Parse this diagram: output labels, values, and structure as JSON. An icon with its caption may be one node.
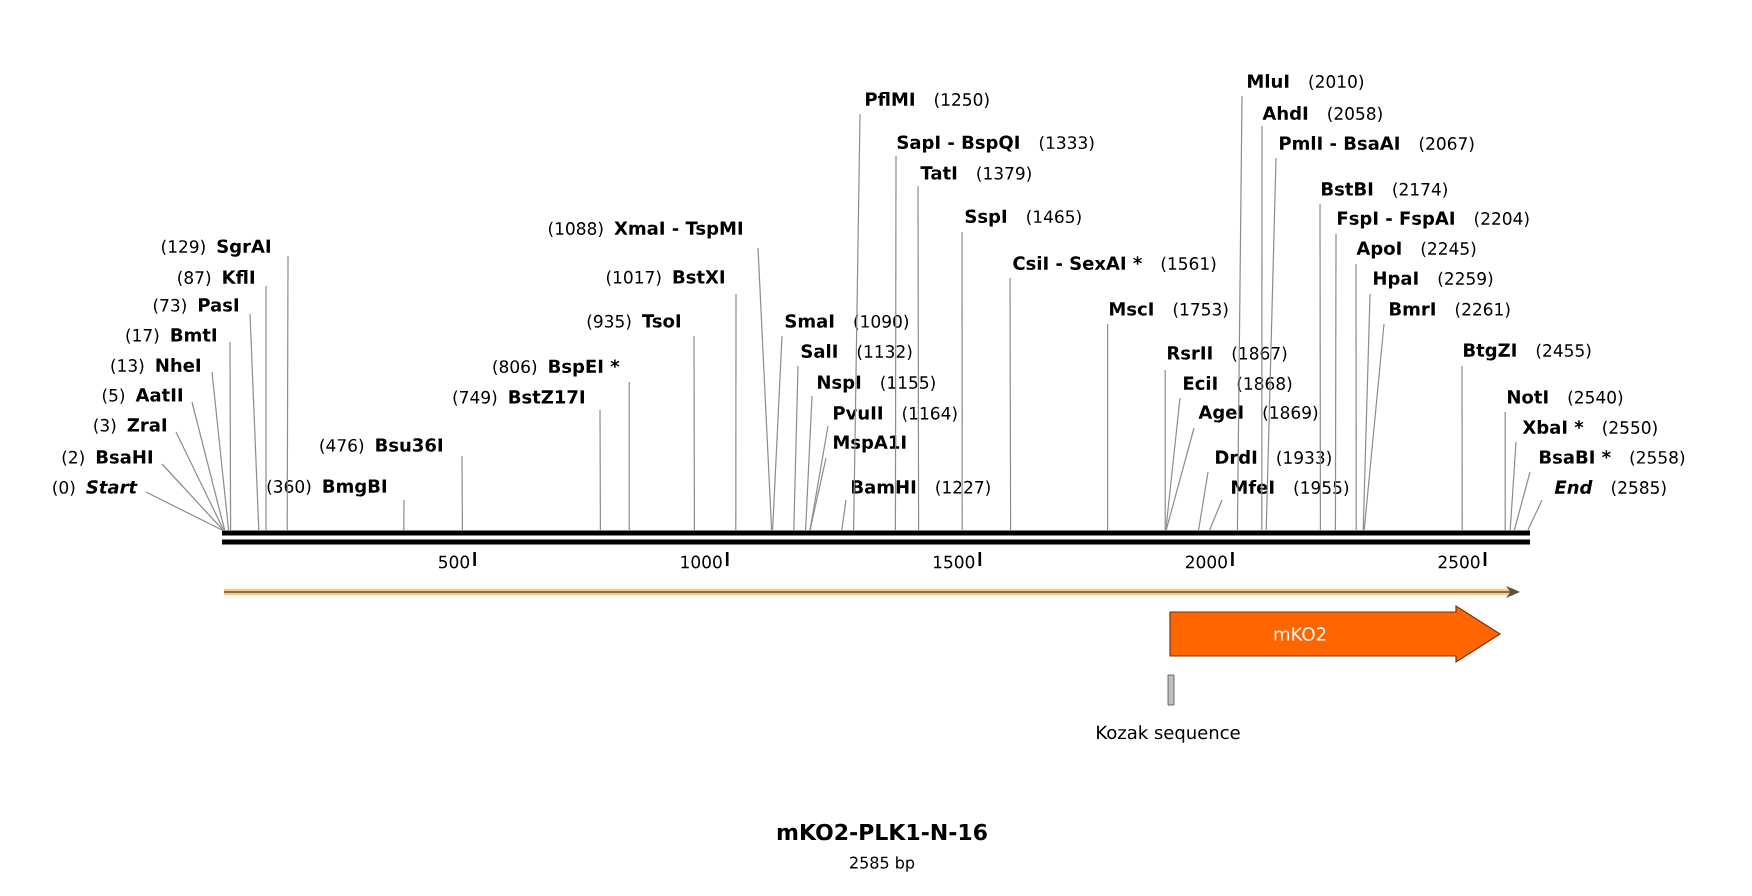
{
  "diagram": {
    "title": "mKO2-PLK1-N-16",
    "caption": "2585 bp",
    "nodes": [
      {
        "text": [
          "(0)",
          "*Start*"
        ]
      },
      {
        "text": [
          "(2)",
          "BsaHI"
        ]
      },
      {
        "text": [
          "(3)",
          "ZraI"
        ]
      },
      {
        "text": [
          "(5)",
          "AatII"
        ]
      },
      {
        "text": [
          "(13)",
          "NheI"
        ]
      },
      {
        "text": [
          "(17)",
          "BmtI"
        ]
      },
      {
        "text": [
          "(73)",
          "PasI"
        ]
      },
      {
        "text": [
          "(87)",
          "KflI"
        ]
      },
      {
        "text": [
          "(129)",
          "SgrAI"
        ]
      },
      {
        "text": [
          "(360)",
          "BmgBI"
        ]
      },
      {
        "text": [
          "(476)",
          "Bsu36I"
        ]
      },
      {
        "text": [
          "(749)",
          "BstZ17I"
        ]
      },
      {
        "text": [
          "(806)",
          "BspEI *"
        ]
      },
      {
        "text": [
          "(935)",
          "TsoI"
        ]
      },
      {
        "text": [
          "(1017)",
          "BstXI"
        ]
      },
      {
        "text": [
          "(1088)",
          "XmaI - TspMI"
        ]
      },
      {
        "text": [
          "SmaI",
          "(1090)"
        ]
      },
      {
        "text": [
          "SalI",
          "(1132)"
        ]
      },
      {
        "text": [
          "NspI",
          "(1155)"
        ]
      },
      {
        "text": [
          "PvuII",
          "(1164)"
        ]
      },
      {
        "text": [
          "MspA1I"
        ]
      },
      {
        "text": [
          "BamHI",
          "(1227)"
        ]
      },
      {
        "text": [
          "PflMI",
          "(1250)"
        ]
      },
      {
        "text": [
          "SapI - BspQI",
          "(1333)"
        ]
      },
      {
        "text": [
          "TatI",
          "(1379)"
        ]
      },
      {
        "text": [
          "SspI",
          "(1465)"
        ]
      },
      {
        "text": [
          "CsiI - SexAI *",
          "(1561)"
        ]
      },
      {
        "text": [
          "MscI",
          "(1753)"
        ]
      },
      {
        "text": [
          "RsrII",
          "(1867)"
        ]
      },
      {
        "text": [
          "EciI",
          "(1868)"
        ]
      },
      {
        "text": [
          "AgeI",
          "(1869)"
        ]
      },
      {
        "text": [
          "DrdI",
          "(1933)"
        ]
      },
      {
        "text": [
          "MfeI",
          "(1955)"
        ]
      },
      {
        "text": [
          "MluI",
          "(2010)"
        ]
      },
      {
        "text": [
          "AhdI",
          "(2058)"
        ]
      },
      {
        "text": [
          "PmlI - BsaAI",
          "(2067)"
        ]
      },
      {
        "text": [
          "BstBI",
          "(2174)"
        ]
      },
      {
        "text": [
          "FspI - FspAI",
          "(2204)"
        ]
      },
      {
        "text": [
          "ApoI",
          "(2245)"
        ]
      },
      {
        "text": [
          "HpaI",
          "(2259)"
        ]
      },
      {
        "text": [
          "BmrI",
          "(2261)"
        ]
      },
      {
        "text": [
          "BtgZI",
          "(2455)"
        ]
      },
      {
        "text": [
          "NotI",
          "(2540)"
        ]
      },
      {
        "text": [
          "XbaI *",
          "(2550)"
        ]
      },
      {
        "text": [
          "BsaBI *",
          "(2558)"
        ]
      },
      {
        "text": [
          "*End*",
          "(2585)"
        ]
      },
      {
        "text": [
          "mKO2"
        ]
      },
      {
        "text": [],
        "shape": "bar",
        "beside": [
          "Kozak sequence"
        ]
      },
      {
        "text": [],
        "shape": "bar"
      }
    ],
    "edges": [
      {
        "from": 0,
        "to": 48,
        "arrow": "none"
      },
      {
        "from": 1,
        "to": 48,
        "arrow": "none"
      },
      {
        "from": 2,
        "to": 48,
        "arrow": "none"
      },
      {
        "from": 3,
        "to": 48,
        "arrow": "none"
      },
      {
        "from": 4,
        "to": 48,
        "arrow": "none"
      },
      {
        "from": 5,
        "to": 48,
        "arrow": "none"
      },
      {
        "from": 6,
        "to": 48,
        "arrow": "none"
      },
      {
        "from": 7,
        "to": 48,
        "arrow": "none"
      },
      {
        "from": 8,
        "to": 48,
        "arrow": "none"
      },
      {
        "from": 9,
        "to": 48,
        "arrow": "none"
      },
      {
        "from": 10,
        "to": 48,
        "arrow": "none"
      },
      {
        "from": 11,
        "to": 48,
        "arrow": "none"
      },
      {
        "from": 12,
        "to": 48,
        "arrow": "none"
      },
      {
        "from": 13,
        "to": 48,
        "arrow": "none"
      },
      {
        "from": 14,
        "to": 48,
        "arrow": "none"
      },
      {
        "from": 15,
        "to": 48,
        "arrow": "none"
      },
      {
        "from": 16,
        "to": 48,
        "arrow": "none"
      },
      {
        "from": 17,
        "to": 48,
        "arrow": "none"
      },
      {
        "from": 18,
        "to": 48,
        "arrow": "none"
      },
      {
        "from": 19,
        "to": 48,
        "arrow": "none"
      },
      {
        "from": 20,
        "to": 48,
        "arrow": "none"
      },
      {
        "from": 21,
        "to": 48,
        "arrow": "none"
      },
      {
        "from": 22,
        "to": 48,
        "arrow": "none"
      },
      {
        "from": 23,
        "to": 48,
        "arrow": "none"
      },
      {
        "from": 24,
        "to": 48,
        "arrow": "none"
      },
      {
        "from": 25,
        "to": 48,
        "arrow": "none"
      },
      {
        "from": 26,
        "to": 48,
        "arrow": "none"
      },
      {
        "from": 27,
        "to": 48,
        "arrow": "none"
      },
      {
        "from": 28,
        "to": 48,
        "arrow": "none"
      },
      {
        "from": 29,
        "to": 48,
        "arrow": "none"
      },
      {
        "from": 30,
        "to": 48,
        "arrow": "none"
      },
      {
        "from": 31,
        "to": 48,
        "arrow": "none"
      },
      {
        "from": 32,
        "to": 48,
        "arrow": "none"
      },
      {
        "from": 33,
        "to": 48,
        "arrow": "none"
      },
      {
        "from": 34,
        "to": 48,
        "arrow": "none"
      },
      {
        "from": 35,
        "to": 48,
        "arrow": "none"
      },
      {
        "from": 36,
        "to": 48,
        "arrow": "none"
      },
      {
        "from": 37,
        "to": 48,
        "arrow": "none"
      },
      {
        "from": 38,
        "to": 48,
        "arrow": "none"
      },
      {
        "from": 39,
        "to": 48,
        "arrow": "none"
      },
      {
        "from": 40,
        "to": 48,
        "arrow": "none"
      },
      {
        "from": 41,
        "to": 48,
        "arrow": "none"
      },
      {
        "from": 42,
        "to": 48,
        "arrow": "none"
      },
      {
        "from": 43,
        "to": 48,
        "arrow": "none"
      },
      {
        "from": 44,
        "to": 48,
        "arrow": "none"
      },
      {
        "from": 45,
        "to": 48,
        "arrow": "none"
      }
    ],
    "labels": [
      "500",
      "1000",
      "1500",
      "2000",
      "2500"
    ]
  }
}
